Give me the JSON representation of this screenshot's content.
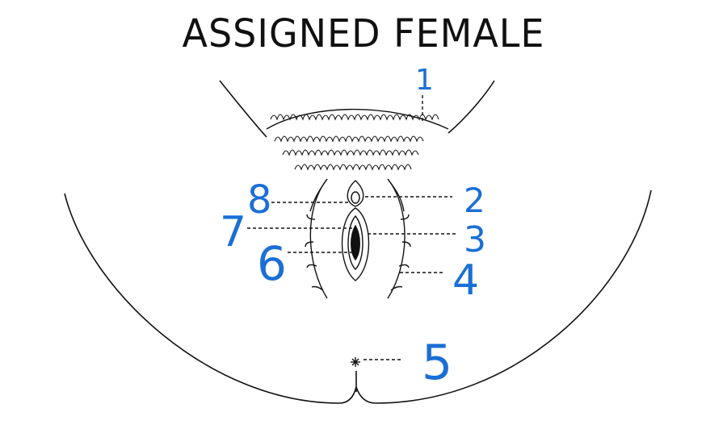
{
  "title": "ASSIGNED FEMALE",
  "colors": {
    "label": "#1a6fd6",
    "ink": "#111111",
    "background": "#ffffff"
  },
  "markers": [
    {
      "id": "1",
      "label": "1"
    },
    {
      "id": "2",
      "label": "2"
    },
    {
      "id": "3",
      "label": "3"
    },
    {
      "id": "4",
      "label": "4"
    },
    {
      "id": "5",
      "label": "5"
    },
    {
      "id": "6",
      "label": "6"
    },
    {
      "id": "7",
      "label": "7"
    },
    {
      "id": "8",
      "label": "8"
    }
  ]
}
